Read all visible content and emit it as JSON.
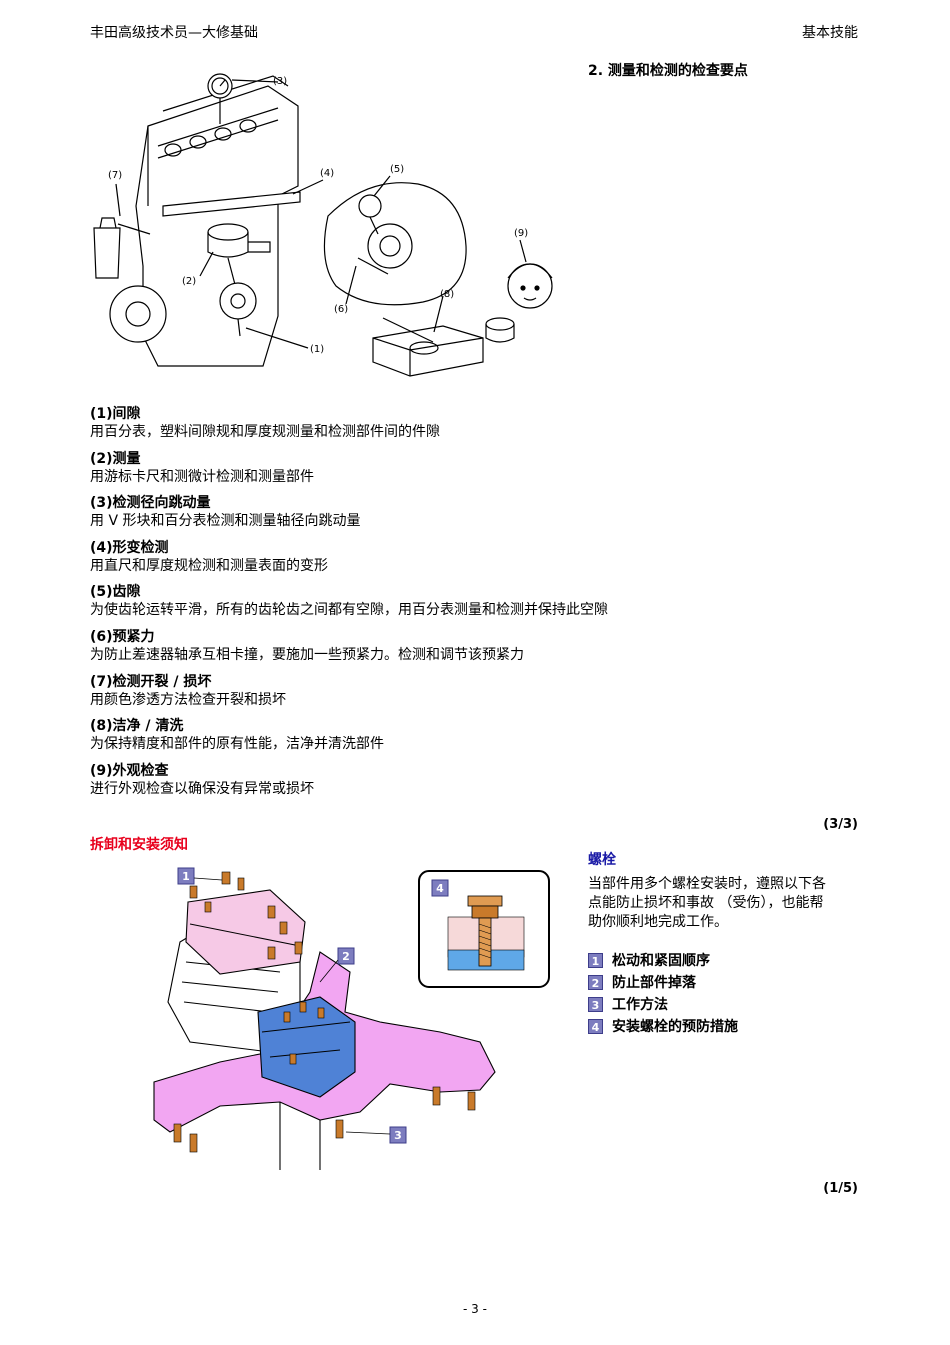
{
  "header": {
    "left": "丰田高级技术员—大修基础",
    "right": "基本技能"
  },
  "section1": {
    "title": "2.  测量和检测的检查要点",
    "figure_callouts": [
      "(1)",
      "(2)",
      "(3)",
      "(4)",
      "(5)",
      "(6)",
      "(7)",
      "(8)",
      "(9)"
    ],
    "items": [
      {
        "heading": "(1)间隙",
        "desc": "用百分表，塑料间隙规和厚度规测量和检测部件间的件隙"
      },
      {
        "heading": "(2)测量",
        "desc": "用游标卡尺和测微计检测和测量部件"
      },
      {
        "heading": "(3)检测径向跳动量",
        "desc": "用 V 形块和百分表检测和测量轴径向跳动量"
      },
      {
        "heading": "(4)形变检测",
        "desc": "用直尺和厚度规检测和测量表面的变形"
      },
      {
        "heading": "(5)齿隙",
        "desc": "为使齿轮运转平滑，所有的齿轮齿之间都有空隙，用百分表测量和检测并保持此空隙"
      },
      {
        "heading": "(6)预紧力",
        "desc": "为防止差速器轴承互相卡撞，要施加一些预紧力。检测和调节该预紧力"
      },
      {
        "heading": "(7)检测开裂 / 损坏",
        "desc": "用颜色渗透方法检查开裂和损坏"
      },
      {
        "heading": "(8)洁净 / 清洗",
        "desc": "为保持精度和部件的原有性能，洁净并清洗部件"
      },
      {
        "heading": "(9)外观检查",
        "desc": "进行外观检查以确保没有异常或损坏"
      }
    ],
    "page_indicator": "(3/3)"
  },
  "section2": {
    "title": "拆卸和安装须知",
    "subtitle": "螺栓",
    "paragraph_lines": [
      "当部件用多个螺栓安装时，遵照以下各",
      "点能防止损坏和事故 （受伤），也能帮",
      "助你顺利地完成工作。"
    ],
    "figure_badges": [
      "1",
      "2",
      "3",
      "4"
    ],
    "steps": [
      {
        "num": "1",
        "label": "松动和紧固顺序"
      },
      {
        "num": "2",
        "label": "防止部件掉落"
      },
      {
        "num": "3",
        "label": "工作方法"
      },
      {
        "num": "4",
        "label": "安装螺栓的预防措施"
      }
    ],
    "page_indicator": "(1/5)"
  },
  "footer": {
    "page_number": "- 3 -"
  },
  "colors": {
    "red_title": "#e8001c",
    "blue_title": "#1a1aa6",
    "badge": "#7d7dbf",
    "crossmember": "#f2a6f2",
    "gearbox": "#4f82d6"
  }
}
